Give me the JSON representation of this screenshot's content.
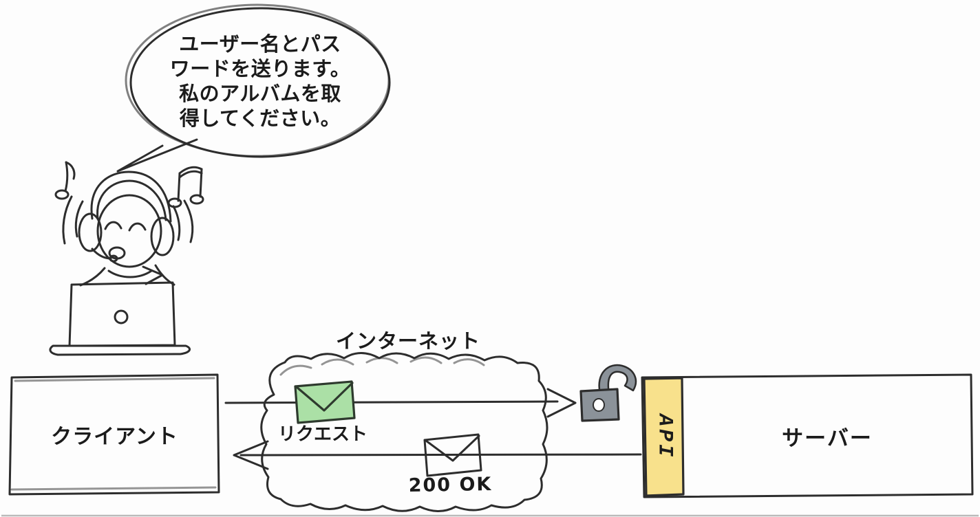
{
  "speech_bubble": {
    "full_text": "ユーザー名とパスワードを送ります。私のアルバムを取得してください。",
    "lines": [
      "ユーザー名とパス",
      "ワードを送ります。",
      "私のアルバムを取",
      "得してください。"
    ]
  },
  "nodes": {
    "client": {
      "label": "クライアント"
    },
    "internet": {
      "label": "インターネット"
    },
    "server": {
      "label": "サーバー",
      "api_label": "API"
    }
  },
  "messages": {
    "request": {
      "label": "リクエスト",
      "direction": "client-to-server"
    },
    "response": {
      "label": "200 OK",
      "direction": "server-to-client"
    }
  },
  "icons": {
    "person": "person-with-headphones-at-laptop-icon",
    "music_notes": "music-note-icon",
    "request_envelope": "green-envelope-icon",
    "response_envelope": "white-envelope-icon",
    "padlock": "open-padlock-icon"
  },
  "colors": {
    "background": "#fdfdfd",
    "sketch_stroke": "#2d2d2d",
    "cloud_fill": "#dfeaf8",
    "request_envelope_fill": "#abe0a6",
    "response_envelope_fill": "#ffffff",
    "api_strip_fill": "#f8e18c",
    "padlock_fill": "#8b9299",
    "text": "#1b1b1b"
  }
}
